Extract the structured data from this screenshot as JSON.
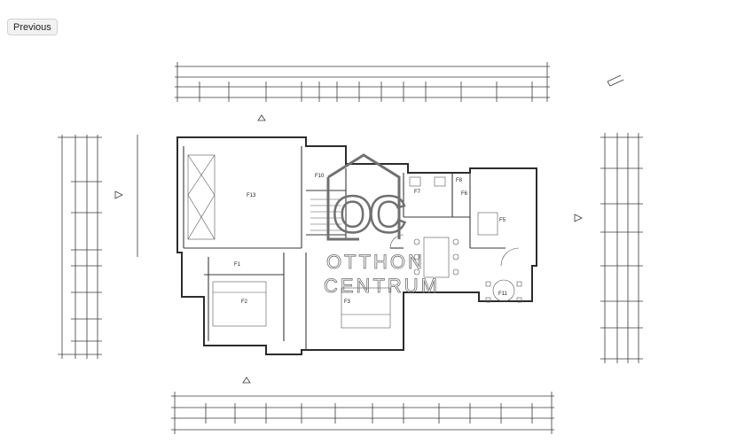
{
  "nav": {
    "previous_label": "Previous"
  },
  "watermark": {
    "line1": "OTTHON",
    "line2": "CENTRUM"
  },
  "rooms": {
    "f1": "F1",
    "f2": "F2",
    "f3": "F3",
    "f5": "F5",
    "f6": "F6",
    "f7": "F7",
    "f8": "F8",
    "f10": "F10",
    "f11": "F11",
    "f13": "F13"
  },
  "colors": {
    "background": "#ffffff",
    "line": "#3a3a3a",
    "watermark": "#6f6f6f"
  }
}
